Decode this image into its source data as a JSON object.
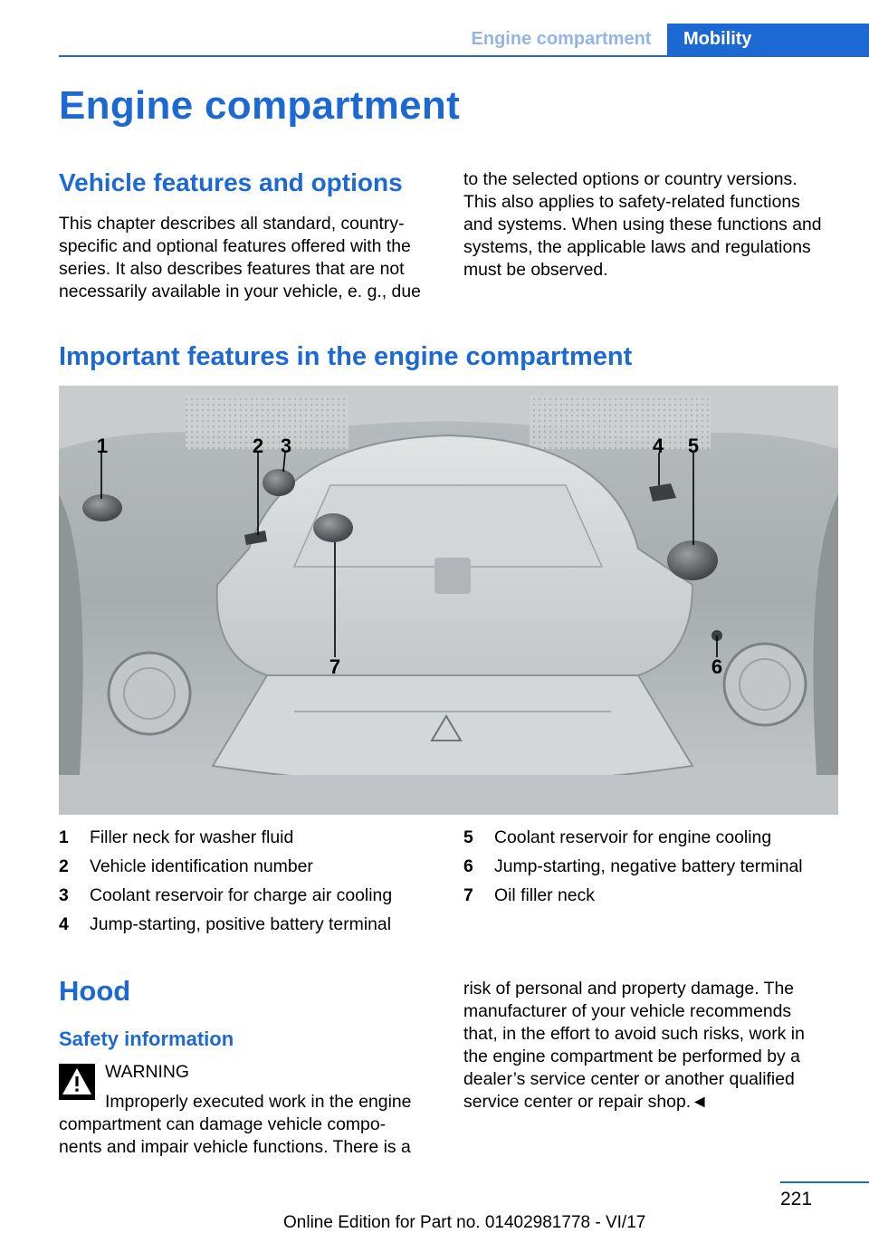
{
  "header": {
    "section_tab": "Engine compartment",
    "chapter_tab": "Mobility"
  },
  "page_title": "Engine compartment",
  "features": {
    "heading": "Vehicle features and options",
    "col1": [
      "This chapter describes all standard, country-",
      "specific and optional features offered with the",
      "series. It also describes features that are not",
      "necessarily available in your vehicle, e. g., due"
    ],
    "col2": [
      "to the selected options or country versions.",
      "This also applies to safety-related functions",
      "and systems. When using these functions and",
      "systems, the applicable laws and regulations",
      "must be observed."
    ]
  },
  "important": {
    "heading": "Important features in the engine compartment",
    "callouts": [
      "1",
      "2",
      "3",
      "4",
      "5",
      "6",
      "7"
    ],
    "legend": [
      {
        "num": "1",
        "label": "Filler neck for washer fluid"
      },
      {
        "num": "2",
        "label": "Vehicle identification number"
      },
      {
        "num": "3",
        "label": "Coolant reservoir for charge air cooling"
      },
      {
        "num": "4",
        "label": "Jump-starting, positive battery terminal"
      },
      {
        "num": "5",
        "label": "Coolant reservoir for engine cooling"
      },
      {
        "num": "6",
        "label": "Jump-starting, negative battery terminal"
      },
      {
        "num": "7",
        "label": "Oil filler neck"
      }
    ]
  },
  "hood": {
    "heading": "Hood",
    "subheading": "Safety information",
    "warning_label": "WARNING",
    "warning_first_line": "Improperly executed work in the engine",
    "col1_rest": [
      "compartment can damage vehicle compo-",
      "nents and impair vehicle functions. There is a"
    ],
    "col2": [
      "risk of personal and property damage. The",
      "manufacturer of your vehicle recommends",
      "that, in the effort to avoid such risks, work in",
      "the engine compartment be performed by a",
      "dealer’s service center or another qualified",
      "service center or repair shop.◄"
    ]
  },
  "footer": {
    "page_number": "221",
    "edition": "Online Edition for Part no. 01402981778 - VI/17"
  },
  "colors": {
    "accent": "#1c69d4",
    "tab_inactive_text": "#93b5e6"
  },
  "icons": {
    "warning": "warning-triangle-icon"
  }
}
